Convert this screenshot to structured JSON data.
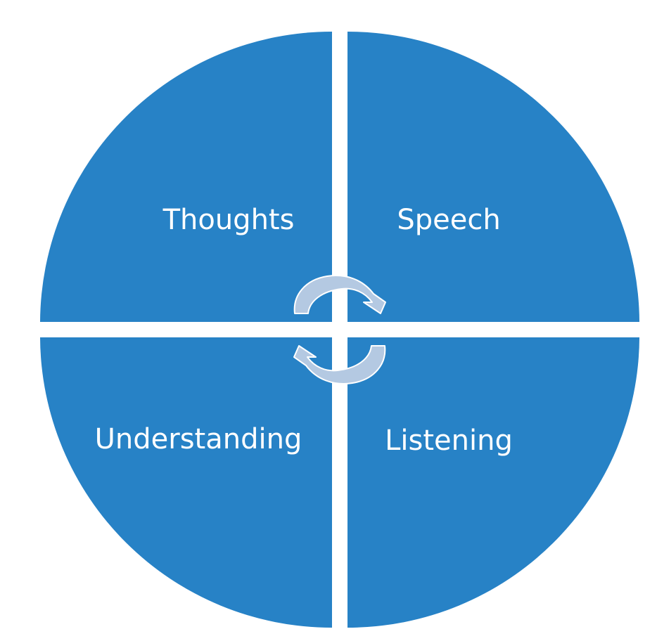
{
  "colors": {
    "background": "#FFFFFF",
    "quadrant_fill": "#2782C6",
    "arrow_fill": "#B4C9E2",
    "arrow_stroke": "#FFFFFF",
    "label_text": "#FFFFFF"
  },
  "quadrants": {
    "top_left": {
      "label": "Thoughts"
    },
    "top_right": {
      "label": "Speech"
    },
    "bottom_left": {
      "label": "Understanding"
    },
    "bottom_right": {
      "label": "Listening"
    }
  },
  "cycle_arrows": {
    "top": {
      "direction": "clockwise"
    },
    "bottom": {
      "direction": "clockwise"
    }
  }
}
